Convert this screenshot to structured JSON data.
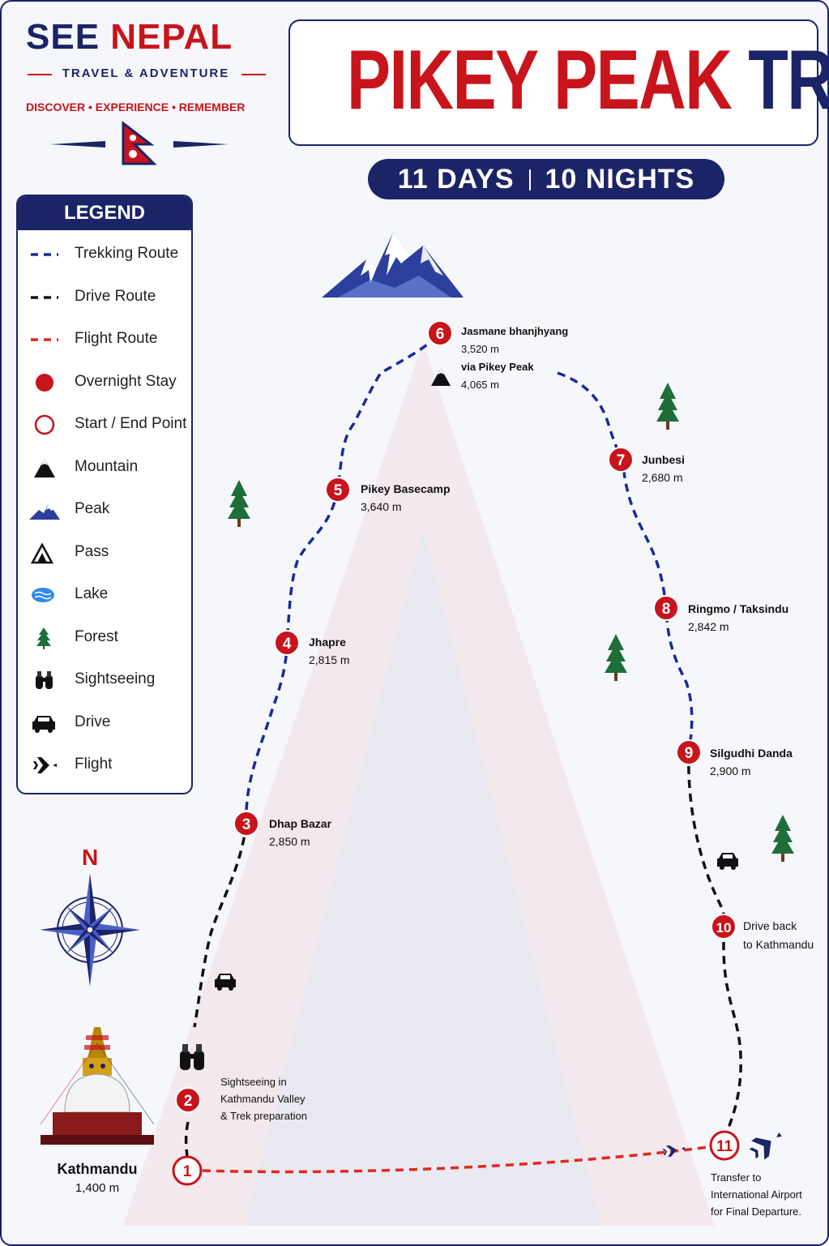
{
  "brand": {
    "see": "SEE",
    "nepal": "NEPAL",
    "subtitle": "TRAVEL & ADVENTURE",
    "tagline": "DISCOVER • EXPERIENCE • REMEMBER"
  },
  "title": {
    "part1": "PIKEY PEAK",
    "part2": "TREK"
  },
  "duration": {
    "days": "11 DAYS",
    "nights": "10 NIGHTS"
  },
  "legend": {
    "heading": "LEGEND",
    "items": [
      {
        "icon": "trekking-route-line",
        "label": "Trekking Route"
      },
      {
        "icon": "drive-route-line",
        "label": "Drive Route"
      },
      {
        "icon": "flight-route-line",
        "label": "Flight Route"
      },
      {
        "icon": "overnight-stay-dot",
        "label": "Overnight Stay"
      },
      {
        "icon": "start-end-ring",
        "label": "Start / End Point"
      },
      {
        "icon": "mountain-icon",
        "label": "Mountain"
      },
      {
        "icon": "peak-icon",
        "label": "Peak"
      },
      {
        "icon": "pass-icon",
        "label": "Pass"
      },
      {
        "icon": "lake-icon",
        "label": "Lake"
      },
      {
        "icon": "forest-icon",
        "label": "Forest"
      },
      {
        "icon": "binoculars-icon",
        "label": "Sightseeing"
      },
      {
        "icon": "car-icon",
        "label": "Drive"
      },
      {
        "icon": "airplane-icon",
        "label": "Flight"
      }
    ]
  },
  "compass": {
    "north": "N"
  },
  "start": {
    "name": "Kathmandu",
    "altitude": "1,400 m"
  },
  "stops": [
    {
      "num": "1",
      "type": "start-end"
    },
    {
      "num": "2",
      "type": "overnight",
      "note": [
        "Sightseeing in",
        "Kathmandu Valley",
        "& Trek preparation"
      ]
    },
    {
      "num": "3",
      "type": "overnight",
      "name": "Dhap Bazar",
      "altitude": "2,850 m"
    },
    {
      "num": "4",
      "type": "overnight",
      "name": "Jhapre",
      "altitude": "2,815 m"
    },
    {
      "num": "5",
      "type": "overnight",
      "name": "Pikey Basecamp",
      "altitude": "3,640 m"
    },
    {
      "num": "6",
      "type": "overnight",
      "name": "Jasmane bhanjhyang",
      "altitude": "3,520 m",
      "via": "via Pikey Peak",
      "via_altitude": "4,065 m"
    },
    {
      "num": "7",
      "type": "overnight",
      "name": "Junbesi",
      "altitude": "2,680 m"
    },
    {
      "num": "8",
      "type": "overnight",
      "name": "Ringmo / Taksindu",
      "altitude": "2,842 m"
    },
    {
      "num": "9",
      "type": "overnight",
      "name": "Silgudhi Danda",
      "altitude": "2,900 m"
    },
    {
      "num": "10",
      "type": "overnight",
      "note": [
        "Drive back",
        "to Kathmandu"
      ]
    },
    {
      "num": "11",
      "type": "start-end",
      "note": [
        "Transfer to",
        "International Airport",
        "for Final Departure."
      ]
    }
  ],
  "colors": {
    "navy": "#1b2466",
    "red": "#c8141c",
    "trek_route": "#1b2a9a",
    "drive_route": "#111111",
    "flight_route": "#e0281e",
    "forest": "#1f6e3a",
    "lake": "#2e8be8"
  }
}
